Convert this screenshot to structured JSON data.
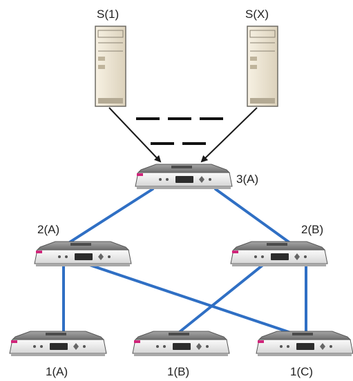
{
  "colors": {
    "link": "#2f6fc4",
    "arrow": "#1a1a1a",
    "server_body": "#f1e9d7",
    "server_edge": "#6d6a63",
    "switch_top": "#8c8c8c",
    "switch_front": "#eeeeee",
    "switch_edge": "#555555",
    "led": "#d0257a"
  },
  "servers": [
    {
      "id": "s1",
      "label": "S(1)",
      "icon": "server-tower-icon"
    },
    {
      "id": "sx",
      "label": "S(X)",
      "icon": "server-tower-icon"
    }
  ],
  "switches": [
    {
      "id": "3a",
      "label": "3(A)",
      "icon": "kvm-switch-icon"
    },
    {
      "id": "2a",
      "label": "2(A)",
      "icon": "kvm-switch-icon"
    },
    {
      "id": "2b",
      "label": "2(B)",
      "icon": "kvm-switch-icon"
    },
    {
      "id": "1a",
      "label": "1(A)",
      "icon": "kvm-switch-icon"
    },
    {
      "id": "1b",
      "label": "1(B)",
      "icon": "kvm-switch-icon"
    },
    {
      "id": "1c",
      "label": "1(C)",
      "icon": "kvm-switch-icon"
    }
  ],
  "links": [
    [
      "3a",
      "2a"
    ],
    [
      "3a",
      "2b"
    ],
    [
      "2a",
      "1a"
    ],
    [
      "2a",
      "1c"
    ],
    [
      "2b",
      "1b"
    ],
    [
      "2b",
      "1c"
    ]
  ],
  "arrows": [
    [
      "s1",
      "3a"
    ],
    [
      "sx",
      "3a"
    ]
  ]
}
